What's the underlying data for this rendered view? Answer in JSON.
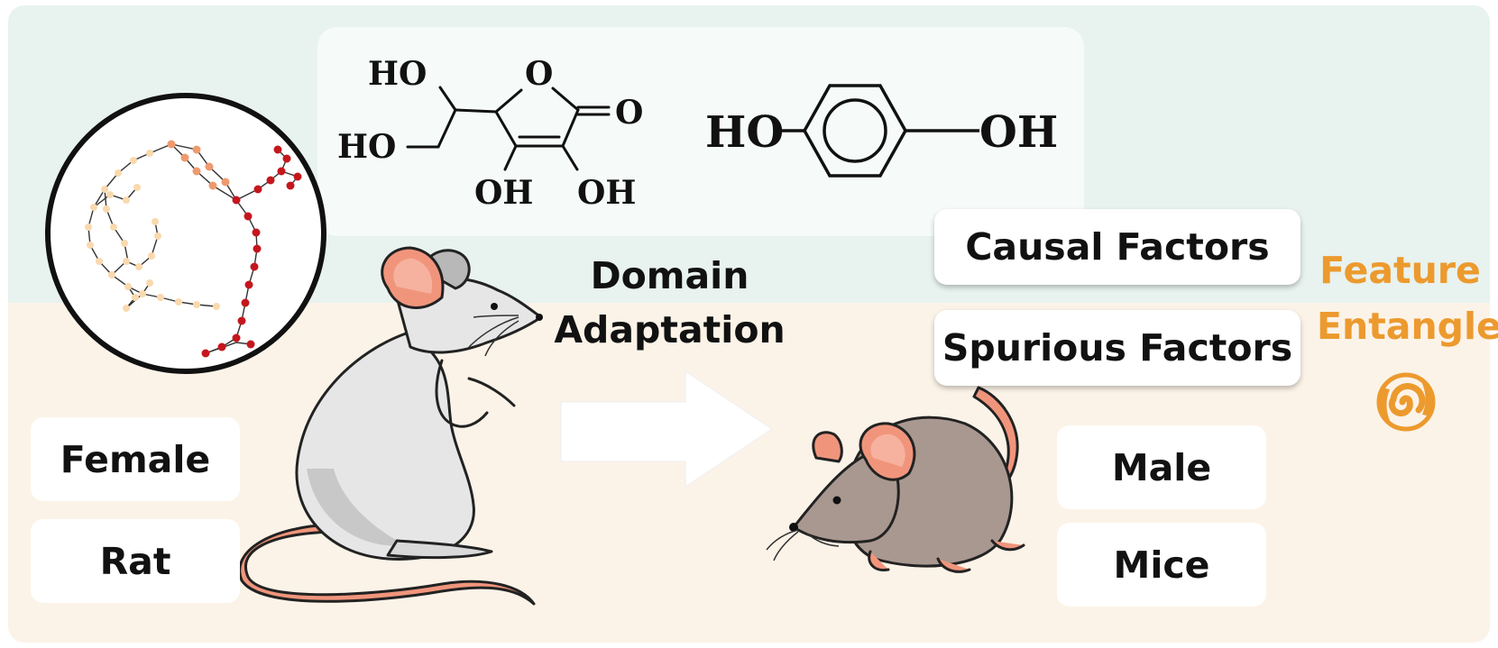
{
  "colors": {
    "top_background": "#e8f2ee",
    "bottom_background": "#fcf3e8",
    "accent": "#ec9a2e",
    "rat_body": "#e6e6e6",
    "mouse_body": "#a99890",
    "ear_pink": "#f0957c",
    "graph_pale": "#f9d9ad",
    "graph_mid": "#ef9a6e",
    "graph_red": "#c5161d"
  },
  "molecules": {
    "ascorbic_acid": {
      "ho_top": "HO",
      "ho_left": "HO",
      "ring_o": "O",
      "carbonyl_o": "O",
      "oh_bottom_left": "OH",
      "oh_bottom_right": "OH"
    },
    "hydroquinone": {
      "ho_left": "HO",
      "oh_right": "OH"
    }
  },
  "source": {
    "tags": [
      "Female",
      "Rat"
    ]
  },
  "transfer": {
    "label_line1": "Domain",
    "label_line2": "Adaptation"
  },
  "target": {
    "tags": [
      "Male",
      "Mice"
    ]
  },
  "factors": {
    "causal": "Causal Factors",
    "spurious": "Spurious Factors"
  },
  "entanglement": {
    "line1": "Feature",
    "line2": "Entangle",
    "icon": "swirl-icon"
  }
}
